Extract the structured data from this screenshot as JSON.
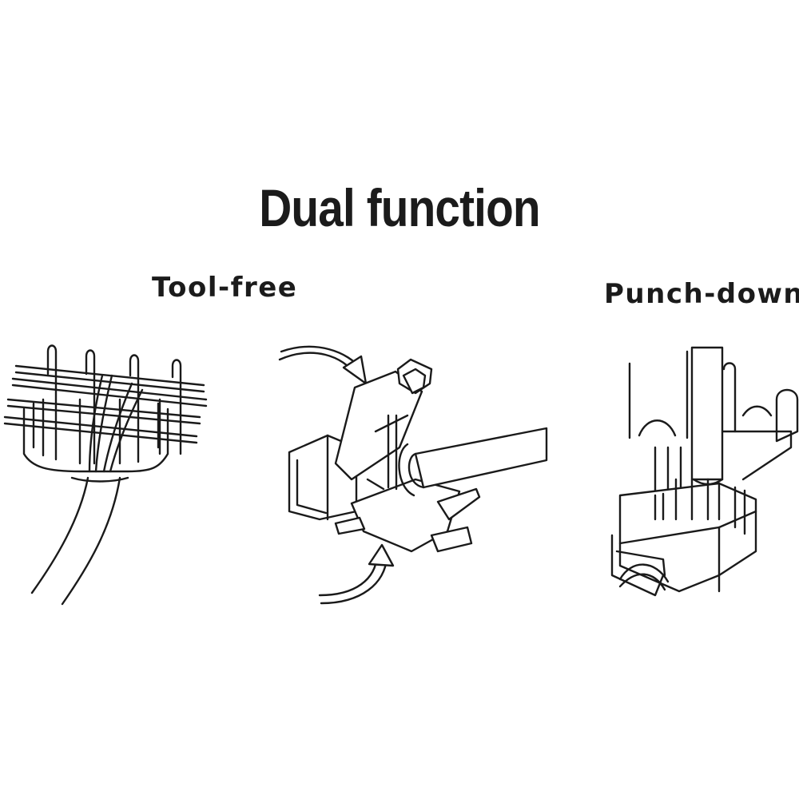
{
  "heading": "Dual function",
  "labels": {
    "tool_free": "Tool-free",
    "punch_down": "Punch-down"
  },
  "colors": {
    "ink": "#1a1a1a",
    "background": "#ffffff"
  }
}
